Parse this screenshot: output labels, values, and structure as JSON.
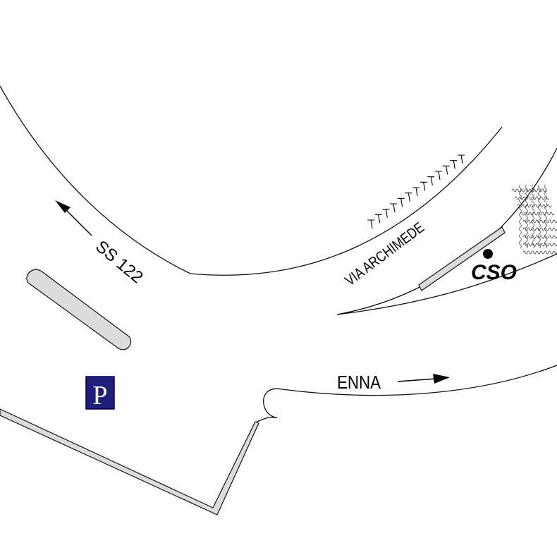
{
  "map": {
    "labels": {
      "road_ss122": "SS 122",
      "road_archimede": "VIA ARCHIMEDE",
      "direction_enna": "ENNA",
      "poi_cso": "CSO"
    },
    "parking": {
      "letter": "P",
      "background": "#1f1f7a",
      "border": "#000055",
      "text_color": "#ffffff"
    },
    "colors": {
      "line": "#111111",
      "fill_grey": "#dcdcdc",
      "text": "#000000"
    }
  }
}
